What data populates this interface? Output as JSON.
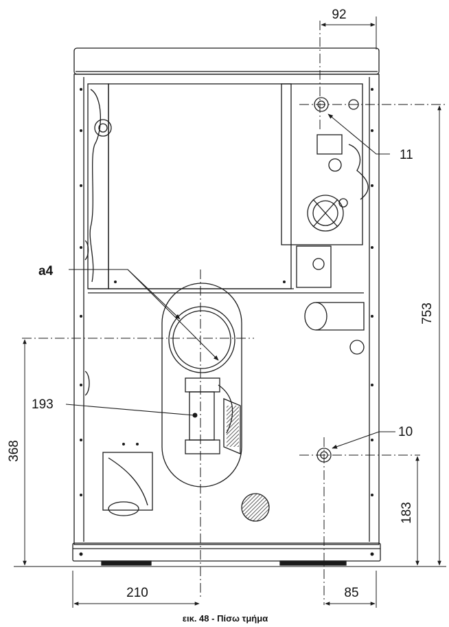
{
  "caption": "εικ. 48 - Πίσω τμήμα",
  "dimensions": {
    "top_offset": "92",
    "total_height": "753",
    "drain_height": "368",
    "return_height": "183",
    "left_offset": "210",
    "right_offset": "85"
  },
  "callouts": {
    "flow_connection": "11",
    "return_connection": "10",
    "flue": "a4",
    "drain": "193"
  },
  "colors": {
    "line": "#1a1a1a",
    "hatch": "#555555",
    "background": "#ffffff"
  }
}
